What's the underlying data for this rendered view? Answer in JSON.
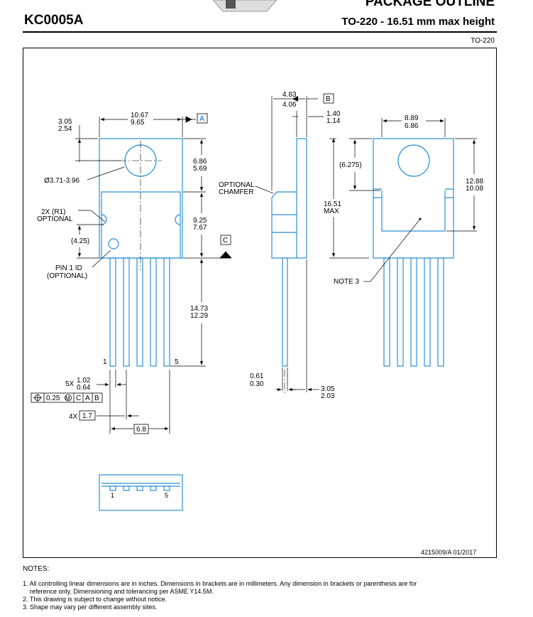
{
  "header": {
    "top_text": "PACKAGE OUTLINE",
    "part_number": "KC0005A",
    "package_title": "TO-220 - 16.51 mm max height",
    "package_code": "TO-220"
  },
  "drawing": {
    "front": {
      "width": "10.67\n9.65",
      "top_offset": "3.05\n2.54",
      "datum_a": "A",
      "hole_dia": "Ø3.71-3.96",
      "tab_height": "6.86\n5.69",
      "body_height": "9.25\n7.67",
      "datum_c": "C",
      "radius": "2X (R1)\nOPTIONAL",
      "notch": "(4.25)",
      "pin1": "PIN 1 ID\n(OPTIONAL)",
      "lead_length": "14.73\n12.29",
      "pin_first": "1",
      "pin_last": "5",
      "lead_width": "5X",
      "lead_width_val": "1.02\n0.64",
      "tol_value": "0.25",
      "tol_refs": [
        "C",
        "A",
        "B"
      ],
      "pitch_prefix": "4X",
      "pitch": "1.7",
      "span": "6.8"
    },
    "side": {
      "thickness": "4.83\n4.06",
      "datum_b": "B",
      "tab_thick": "1.40\n1.14",
      "chamfer": "OPTIONAL\nCHAMFER",
      "height": "16.51\nMAX",
      "lead_thick": "0.61\n0.30",
      "lead_offset": "3.05\n2.03"
    },
    "back": {
      "width": "8.89\n6.86",
      "pad_height": "(6.275)",
      "overall": "12.88\n10.08",
      "note": "NOTE 3"
    },
    "bottom": {
      "pin_first": "1",
      "pin_last": "5"
    },
    "drawing_number": "4215009/A  01/2017"
  },
  "notes": {
    "heading": "NOTES:",
    "items": [
      "1. All controlling linear dimensions are in inches. Dimensions in brackets are in millimeters. Any dimension in brackets or parenthesis are for",
      "    reference only. Dimensioning and tolerancing per ASME Y14.5M.",
      "2. This drawing is subject to change without notice.",
      "3. Shape may vary per different assembly sites."
    ]
  },
  "colors": {
    "outline": "#2a8fd6",
    "text": "#000000",
    "dim": "#000000"
  }
}
